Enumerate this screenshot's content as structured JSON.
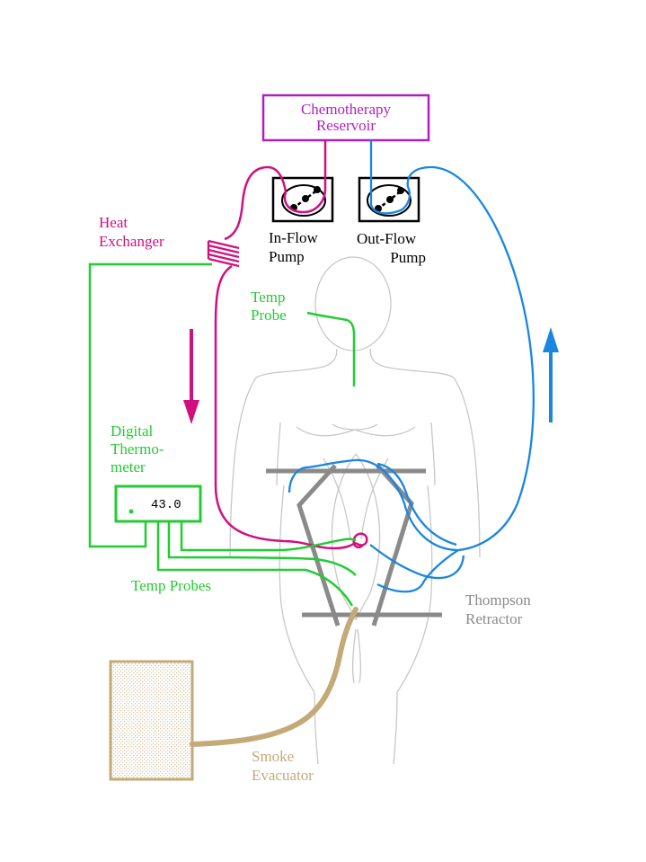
{
  "labels": {
    "reservoir_line1": "Chemotherapy",
    "reservoir_line2": "Reservoir",
    "inflow_line1": "In-Flow",
    "inflow_line2": "Pump",
    "outflow_line1": "Out-Flow",
    "outflow_line2": "Pump",
    "heat_line1": "Heat",
    "heat_line2": "Exchanger",
    "temp_probe_line1": "Temp",
    "temp_probe_line2": "Probe",
    "digital_line1": "Digital",
    "digital_line2": "Thermo-",
    "digital_line3": "meter",
    "thermometer_reading": "43.0",
    "temp_probes": "Temp Probes",
    "thompson_line1": "Thompson",
    "thompson_line2": "Retractor",
    "smoke_line1": "Smoke",
    "smoke_line2": "Evacuator"
  },
  "colors": {
    "magenta": "#d0107f",
    "blue": "#1a86e0",
    "green": "#22cc33",
    "purple": "#b020c0",
    "gray": "#8a8a8a",
    "tan": "#c4aa78",
    "body_outline": "#c8c8c8"
  }
}
